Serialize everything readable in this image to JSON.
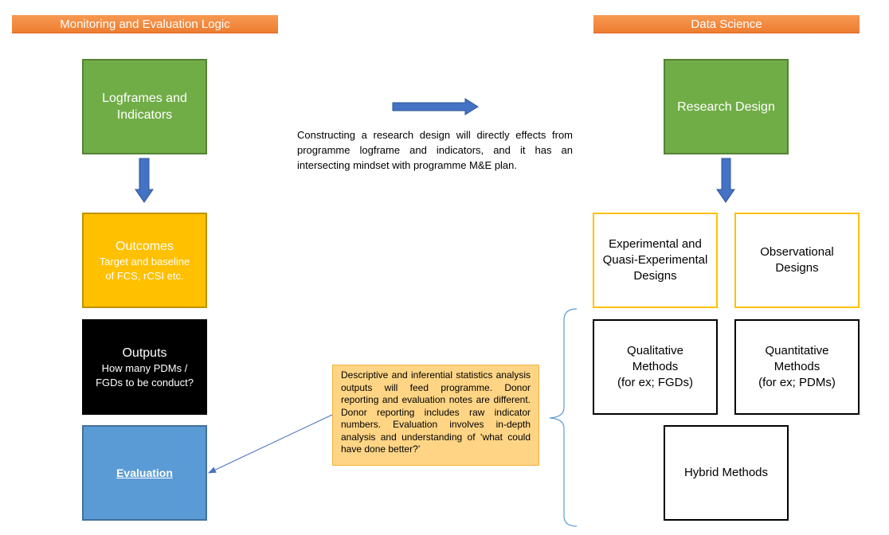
{
  "headers": {
    "left": "Monitoring and Evaluation Logic",
    "right": "Data Science"
  },
  "left_column": {
    "logframes": "Logframes and\nIndicators",
    "outcomes": {
      "title": "Outcomes",
      "subtitle": "Target and baseline\nof FCS, rCSI etc."
    },
    "outputs": {
      "title": "Outputs",
      "subtitle": "How many PDMs /\nFGDs to be conduct?"
    },
    "evaluation": "Evaluation"
  },
  "middle": {
    "note": "Constructing a research design will directly effects from programme logframe and indicators, and it has an intersecting mindset with programme M&E plan.",
    "callout": "Descriptive and inferential statistics analysis outputs will feed programme. Donor reporting and evaluation notes are different. Donor reporting includes raw indicator numbers. Evaluation involves in-depth analysis and understanding of ‘what could have done better?’"
  },
  "right_column": {
    "research_design": "Research Design",
    "experimental": "Experimental and\nQuasi-Experimental\nDesigns",
    "observational": "Observational\nDesigns",
    "qualitative": "Qualitative\nMethods\n(for ex; FGDs)",
    "quantitative": "Quantitative\nMethods\n(for ex; PDMs)",
    "hybrid": "Hybrid Methods"
  },
  "colors": {
    "header": "#ed7d31",
    "green": "#70ad47",
    "gold": "#ffc000",
    "blue": "#5b9bd5",
    "arrow": "#4472c4",
    "callout": "#ffd585"
  }
}
